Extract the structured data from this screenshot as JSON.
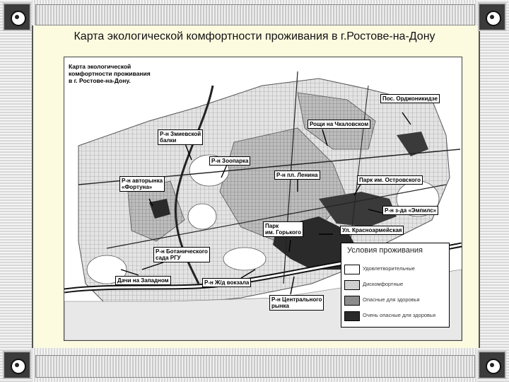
{
  "slide": {
    "title": "Карта экологической комфортности проживания в г.Ростове-на-Дону"
  },
  "map": {
    "caption": "Карта экологической\nкомфортности проживания\nв г. Ростове-на-Дону.",
    "labels": {
      "ordzhonikidze": "Пос. Орджоникидзе",
      "roshchi": "Рощи на Чкаловском",
      "zmievskaya": "Р-н Змиевской\nбалки",
      "zoopark": "Р-н Зоопарка",
      "lenina": "Р-н пл. Ленина",
      "ostrovskogo": "Парк им. Островского",
      "fortuna": "Р-н авторынка\n«Фортуна»",
      "empils": "Р-н з-да «Эмпилс»",
      "gorkogo": "Парк\nим. Горького",
      "krasnoarmeyskaya": "Ул. Красноармейская",
      "botsad": "Р-н Ботанического\nсада РГУ",
      "dachi": "Дачи на Западном",
      "vokzal": "Р-н Ж/д вокзала",
      "rynok": "Р-н Центрального\nрынка"
    },
    "legend": {
      "title": "Условия проживания",
      "items": [
        {
          "text": "Удовлетворительные",
          "color": "#ffffff"
        },
        {
          "text": "Дискомфортные",
          "color": "#d0d0d0"
        },
        {
          "text": "Опасные для здоровья",
          "color": "#8c8c8c"
        },
        {
          "text": "Очень опасные для здоровья",
          "color": "#2a2a2a"
        }
      ]
    }
  }
}
